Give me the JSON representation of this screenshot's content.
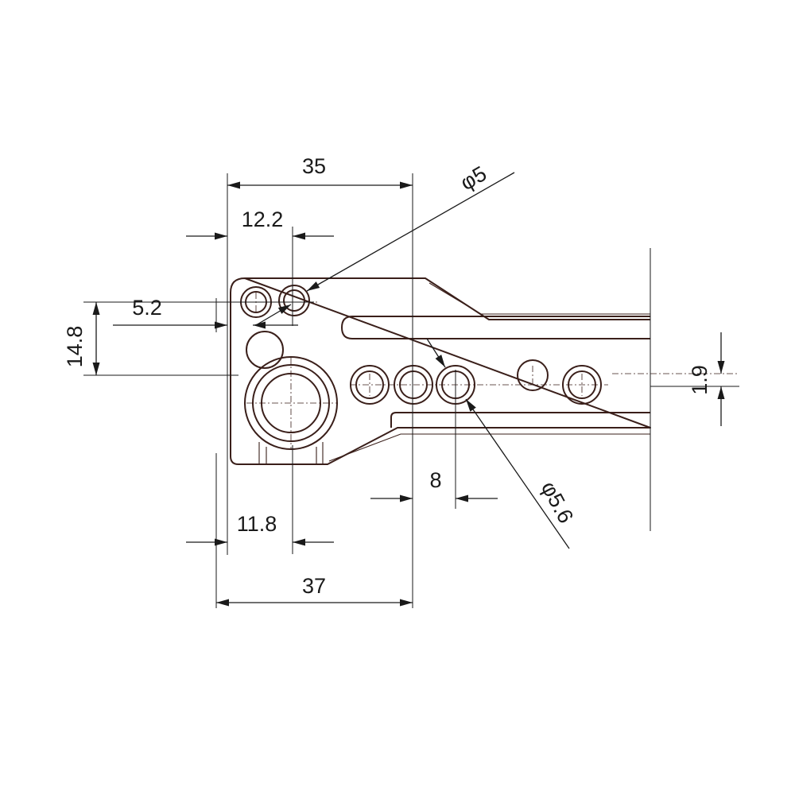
{
  "dimensions": {
    "width_35": "35",
    "offset_12_2": "12.2",
    "offset_5_2": "5.2",
    "height_14_8": "14.8",
    "offset_11_8": "11.8",
    "width_37": "37",
    "pitch_8": "8",
    "offset_1_9": "1.9",
    "hole_dia_5": "φ5",
    "hole_dia_5_6": "φ5.6"
  },
  "colors": {
    "part_outline": "#3a1f1a",
    "dimension_line": "#1a1a1a",
    "background": "#ffffff"
  }
}
